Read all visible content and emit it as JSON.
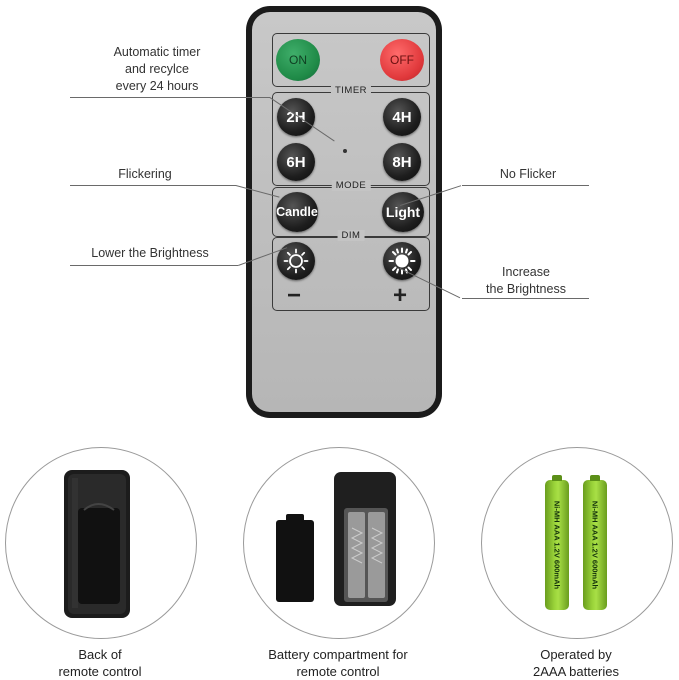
{
  "callouts": {
    "timer": [
      "Automatic timer",
      "and recylce",
      "every 24 hours"
    ],
    "flickering": "Flickering",
    "no_flicker": "No Flicker",
    "lower": "Lower the Brightness",
    "increase": [
      "Increase",
      "the Brightness"
    ]
  },
  "remote": {
    "on": "ON",
    "off": "OFF",
    "timer_label": "TIMER",
    "t2": "2H",
    "t4": "4H",
    "t6": "6H",
    "t8": "8H",
    "mode_label": "MODE",
    "candle": "Candle",
    "light": "Light",
    "dim_label": "DIM",
    "minus": "−",
    "plus": "+"
  },
  "panels": {
    "back": [
      "Back of",
      "remote control"
    ],
    "compartment": [
      "Battery compartment for",
      "remote control"
    ],
    "batteries": [
      "Operated by",
      "2AAA batteries"
    ],
    "battery_text": "Ni-MH AAA 1.2V 600mAh"
  },
  "colors": {
    "on_button": "#1f8a47",
    "off_button": "#e0383b",
    "battery": "#9bd43a",
    "remote_body": "#1b1b1b",
    "remote_face": "#bdbdbd"
  },
  "icons": [
    "sun-outline-icon",
    "sun-filled-icon"
  ]
}
